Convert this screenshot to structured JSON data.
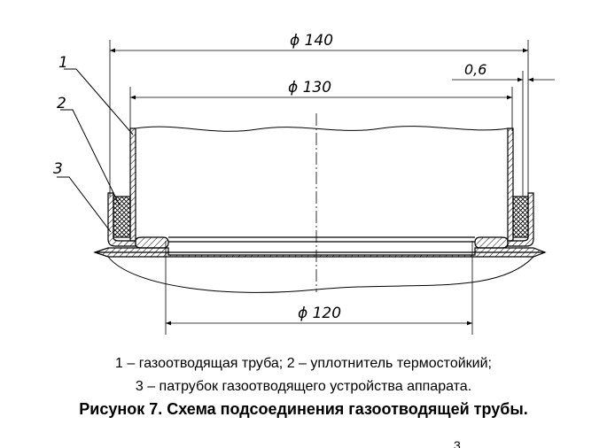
{
  "diagram": {
    "dimensions": {
      "outer": "ϕ 140",
      "inner": "ϕ 130",
      "bottom": "ϕ 120",
      "gap": "0,6"
    },
    "callouts": [
      "1",
      "2",
      "3"
    ]
  },
  "caption": {
    "legend_line1": "1 – газоотводящая труба; 2 – уплотнитель термостойкий;",
    "legend_line2": "3 – патрубок газоотводящего устройства аппарата.",
    "title": "Рисунок 7. Схема подсоединения газоотводящей трубы."
  },
  "fragment": "3"
}
